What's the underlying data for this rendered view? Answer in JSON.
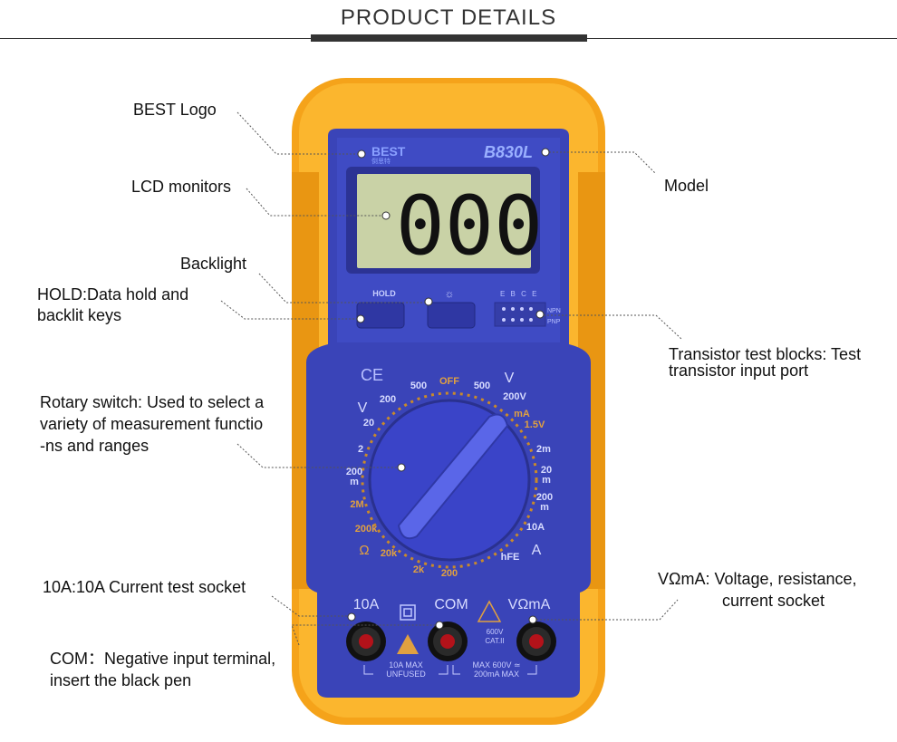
{
  "header": {
    "title": "PRODUCT DETAILS"
  },
  "callouts": {
    "best_logo": "BEST Logo",
    "lcd": "LCD monitors",
    "backlight": "Backlight",
    "hold_line1": "HOLD:Data hold and",
    "hold_line2": "backlit keys",
    "rotary_line1": "Rotary switch: Used to select a",
    "rotary_line2": "variety of measurement functio",
    "rotary_line3": "-ns and ranges",
    "ten_a": "10A:10A Current test socket",
    "com_line1": "COM：Negative input terminal,",
    "com_line2": "insert the black pen",
    "model": "Model",
    "transistor_line1": "Transistor test blocks: Test",
    "transistor_line2": "transistor input port",
    "vohm_line1": "VΩmA: Voltage, resistance,",
    "vohm_line2": "current socket"
  },
  "device": {
    "model": "B830L",
    "brand": "BEST",
    "brand_cn": "倒思特",
    "lcd_value": "000",
    "hold_label": "HOLD",
    "ebce": "E B C E",
    "npn": "NPN",
    "pnp": "PNP",
    "ce_mark": "CE",
    "dial": {
      "off": "OFF",
      "left_500": "500",
      "right_500": "500",
      "dcv_200": "200",
      "acv_200": "200V",
      "dcv_20": "20",
      "dcv_2": "2",
      "dcv_200m_1": "200",
      "dcv_200m_2": "m",
      "ohm_2m": "2M",
      "ohm_200k": "200k",
      "ohm_20k": "20k",
      "ohm_2k": "2k",
      "ohm_200": "200",
      "ma_15v": "1.5V",
      "ma_label": "mA",
      "a_2m": "2m",
      "a_20m_1": "20",
      "a_20m_2": "m",
      "a_200m_1": "200",
      "a_200m_2": "m",
      "a_10a": "10A",
      "hfe": "hFE",
      "ohm_symbol": "Ω",
      "a_symbol": "A",
      "v_symbol": "V"
    },
    "jack_10a": "10A",
    "jack_com": "COM",
    "jack_vohm": "VΩmA",
    "fuse_note_1": "10A MAX",
    "fuse_note_2": "UNFUSED",
    "cat_note_1": "600V",
    "cat_note_2": "CAT.II",
    "max_note_1": "MAX 600V ≃",
    "max_note_2": "200mA MAX"
  },
  "colors": {
    "body_blue": "#3a44b8",
    "case_orange": "#f7a81e",
    "lcd": "#c9d2a6",
    "dial_gold": "#c98a2a"
  }
}
